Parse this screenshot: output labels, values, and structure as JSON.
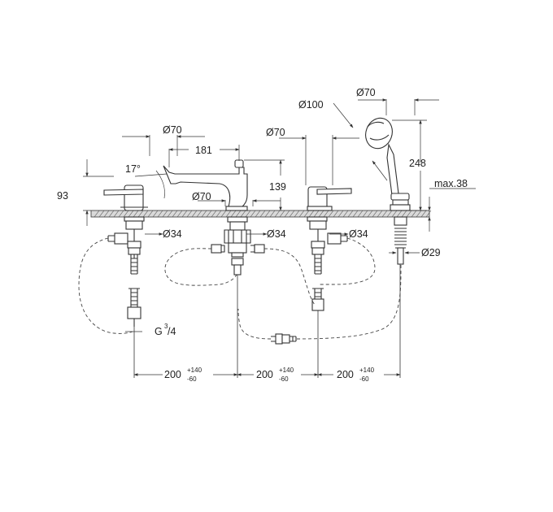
{
  "labels": {
    "d70_handshower": "Ø70",
    "d100": "Ø100",
    "h248": "248",
    "max38": "max.38",
    "d70_spout": "Ø70",
    "w181": "181",
    "angle17": "17°",
    "d70_valve": "Ø70",
    "h139": "139",
    "h93": "93",
    "d70_base": "Ø70",
    "d34_left": "Ø34",
    "d34_mid": "Ø34",
    "d34_right": "Ø34",
    "d29": "Ø29",
    "thread": "G",
    "thread_num": "3",
    "thread_den": "/4",
    "spacing_1": "200",
    "spacing_2": "200",
    "spacing_3": "200",
    "tol_plus": "+140",
    "tol_minus": "-60"
  },
  "colors": {
    "line": "#333333",
    "deck": "#d9d9d9"
  }
}
